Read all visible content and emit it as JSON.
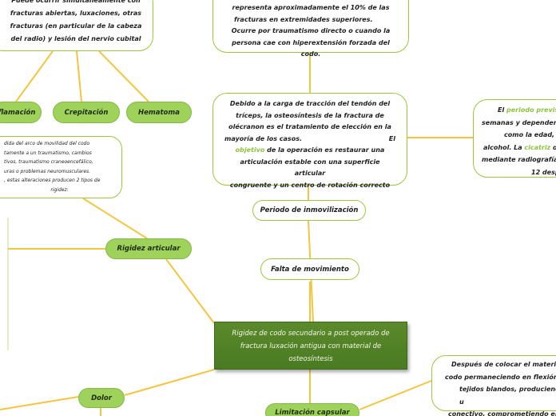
{
  "colors": {
    "line": "#f5c542",
    "node_border": "#9cc740",
    "pill_fill": "#9fd25a",
    "central_fill": "#4f8026",
    "highlight": "#8fc23f"
  },
  "central": {
    "text": "Rigidez de codo secundario a post operado de fractura luxación antigua con material de osteosíntesis"
  },
  "top_left_note": {
    "text": "Puede ocurrir simultáneamente con fracturas abiertas, luxaciones, otras fracturas (en particular de la cabeza del radio) y lesión del nervio cubital"
  },
  "top_center_note": {
    "line1": "representa aproximadamente el 10% de las",
    "line2": "fracturas en extremidades superiores.",
    "line3": "Ocurre por traumatismo directo o cuando la",
    "line4": "persona cae con hiperextensión forzada del codo."
  },
  "pills": {
    "inflamacion": "flamación",
    "crepitacion": "Crepitación",
    "hematoma": "Hematoma"
  },
  "rigidity_note": {
    "line1": "dida del arco de movilidad del codo",
    "line2": "tamente a un traumatismo, cambios",
    "line3": "tivos, traumatismo craneoencefálico,",
    "line4": "uras o problemas neuromusculares.",
    "line5": ", estas alteraciones producen 2 tipos de",
    "line6": "rigidez:"
  },
  "rigidez_articular": "Rigidez articular",
  "dolor": "Dolor",
  "limitacion_capsular": "Limitación capsular",
  "falta_movimiento": "Falta de movimiento",
  "periodo_inmovilizacion": "Periodo de inmovilización",
  "osteosintesis_note": {
    "line1": "Debido a la carga de tracción del tendón del",
    "line2": "tríceps, la osteosíntesis de la fractura de",
    "line3": "olécranon es el tratamiento de elección en la",
    "line4_a": "mayoría de los casos.",
    "line4_b": "El",
    "line5_hl": "objetivo",
    "line5_rest": " de la operación es restaurar una",
    "line6": "articulación estable con una superficie articular",
    "line7": "congruente y un centro de rotación correcto"
  },
  "right_note": {
    "line1_a": "El ",
    "line1_hl": "periodo previsto d",
    "line2": "semanas y depender",
    "line3": "como la edad, sex",
    "line4_a": "alcohol. La ",
    "line4_hl": "cicatriz",
    "line4_b": " d",
    "line5": "mediante radiografía",
    "line6": "12 desp"
  },
  "bottom_right_note": {
    "line1": "Después de colocar el material d",
    "line2": "codo permaneciendo en flexión. D",
    "line3": "tejidos blandos, produciendo u",
    "line4": "conectivo, comprometiendo el m"
  }
}
